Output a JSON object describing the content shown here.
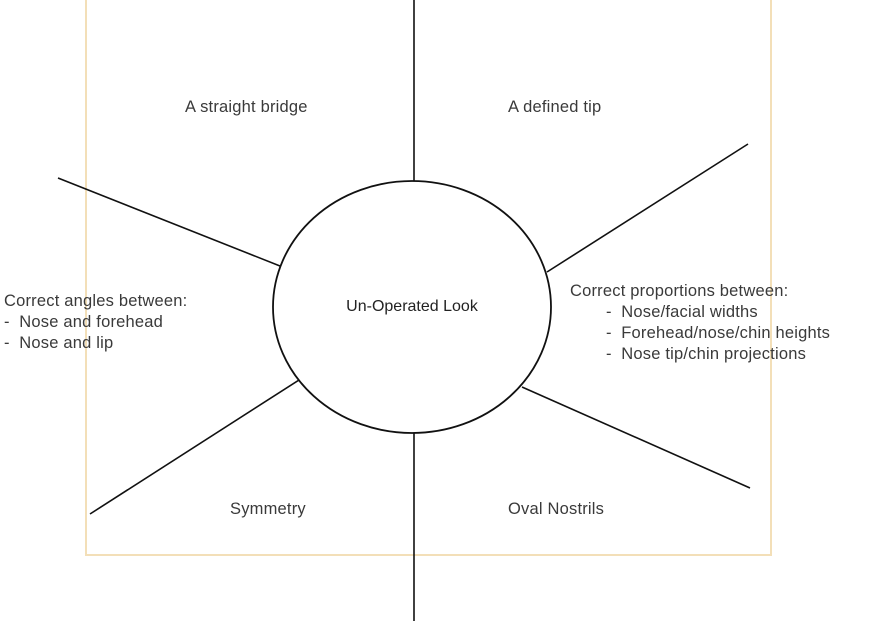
{
  "center": {
    "label": "Un-Operated Look"
  },
  "features": {
    "top_left": "A straight bridge",
    "top_right": "A defined tip",
    "bottom_left": "Symmetry",
    "bottom_right": "Oval Nostrils"
  },
  "angles": {
    "heading": "Correct angles between:",
    "items": [
      "Nose and forehead",
      "Nose and lip"
    ]
  },
  "proportions": {
    "heading": "Correct proportions between:",
    "items": [
      "Nose/facial widths",
      "Forehead/nose/chin heights",
      "Nose tip/chin projections"
    ]
  }
}
